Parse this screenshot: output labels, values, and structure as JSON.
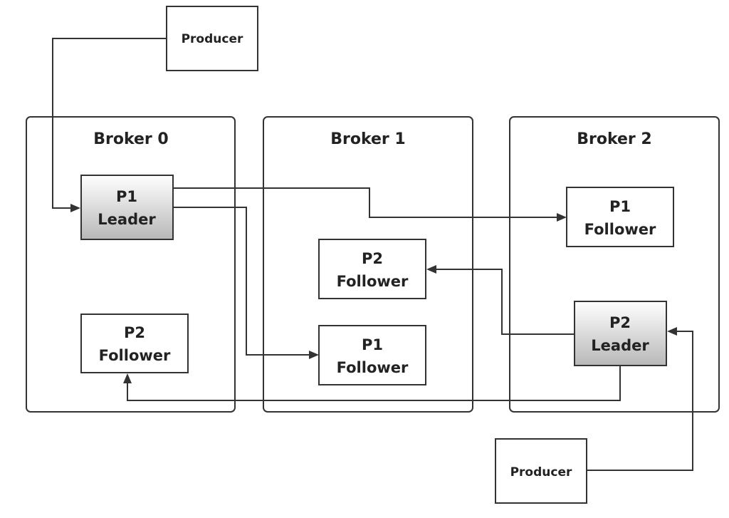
{
  "producers": [
    {
      "id": "producer-top",
      "label": "Producer"
    },
    {
      "id": "producer-bottom",
      "label": "Producer"
    }
  ],
  "brokers": [
    {
      "id": "broker-0",
      "title": "Broker 0"
    },
    {
      "id": "broker-1",
      "title": "Broker 1"
    },
    {
      "id": "broker-2",
      "title": "Broker 2"
    }
  ],
  "partitions": {
    "b0_p1_leader": {
      "partition": "P1",
      "role": "Leader"
    },
    "b0_p2_follower": {
      "partition": "P2",
      "role": "Follower"
    },
    "b1_p2_follower": {
      "partition": "P2",
      "role": "Follower"
    },
    "b1_p1_follower": {
      "partition": "P1",
      "role": "Follower"
    },
    "b2_p1_follower": {
      "partition": "P1",
      "role": "Follower"
    },
    "b2_p2_leader": {
      "partition": "P2",
      "role": "Leader"
    }
  },
  "colors": {
    "stroke": "#333333",
    "text": "#222222",
    "leader_gradient_top": "#ffffff",
    "leader_gradient_bottom": "#b8b8b8"
  }
}
